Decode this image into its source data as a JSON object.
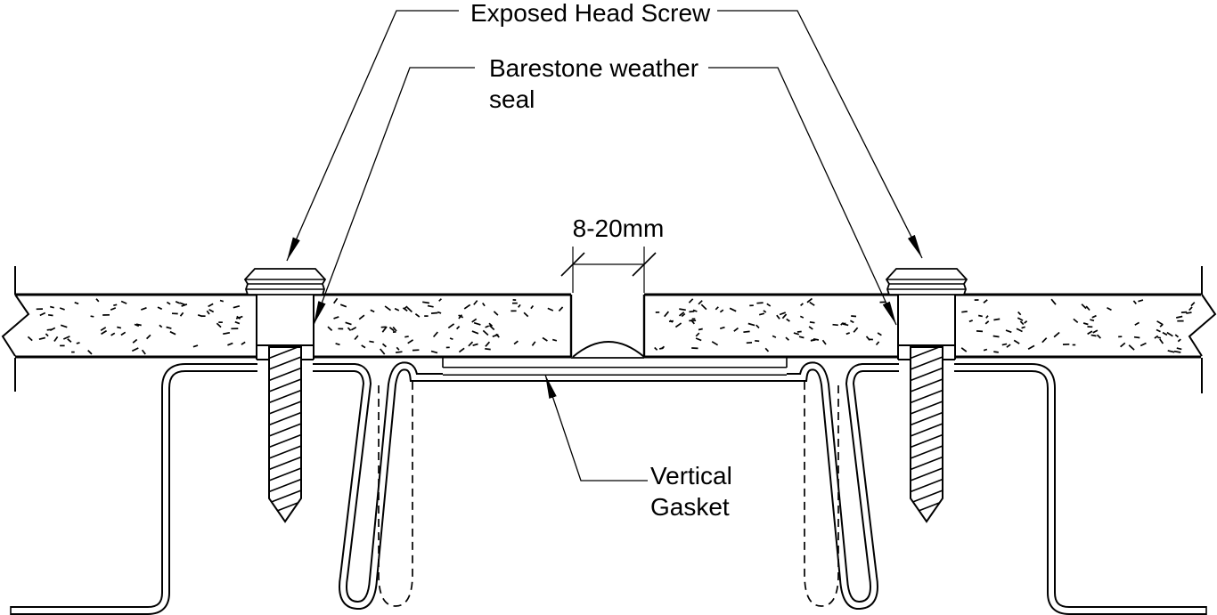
{
  "diagram": {
    "labels": {
      "exposed_head_screw": "Exposed Head Screw",
      "barestone_weather_seal": {
        "line1": "Barestone weather",
        "line2": "seal"
      },
      "joint_gap_dimension": "8-20mm",
      "vertical_gasket": {
        "line1": "Vertical",
        "line2": "Gasket"
      }
    },
    "colors": {
      "line": "#000000",
      "background": "#ffffff"
    }
  }
}
